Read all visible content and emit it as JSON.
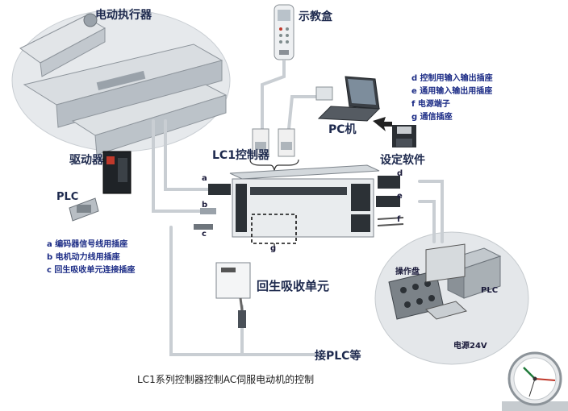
{
  "labels": {
    "actuator": "电动执行器",
    "pendant": "示教盒",
    "driver": "驱动器",
    "plc_left": "PLC",
    "pc": "PC机",
    "software": "设定软件",
    "controller": "LC1控制器",
    "regen": "回生吸收单元",
    "connect_plc": "接PLC等",
    "panel": "操作盘",
    "plc_right": "PLC",
    "power": "电源24V",
    "caption": "LC1系列控制器控制AC伺服电动机的控制"
  },
  "letters": {
    "a": "a",
    "b": "b",
    "c": "c",
    "d": "d",
    "e": "e",
    "f": "f",
    "g": "g"
  },
  "notes_left": [
    "a 编码器信号线用插座",
    "b 电机动力线用插座",
    "c 回生吸收单元连接插座"
  ],
  "notes_right": [
    "d 控制用输入输出插座",
    "e 通用输入输出用插座",
    "f 电源端子",
    "g 通信插座"
  ]
}
